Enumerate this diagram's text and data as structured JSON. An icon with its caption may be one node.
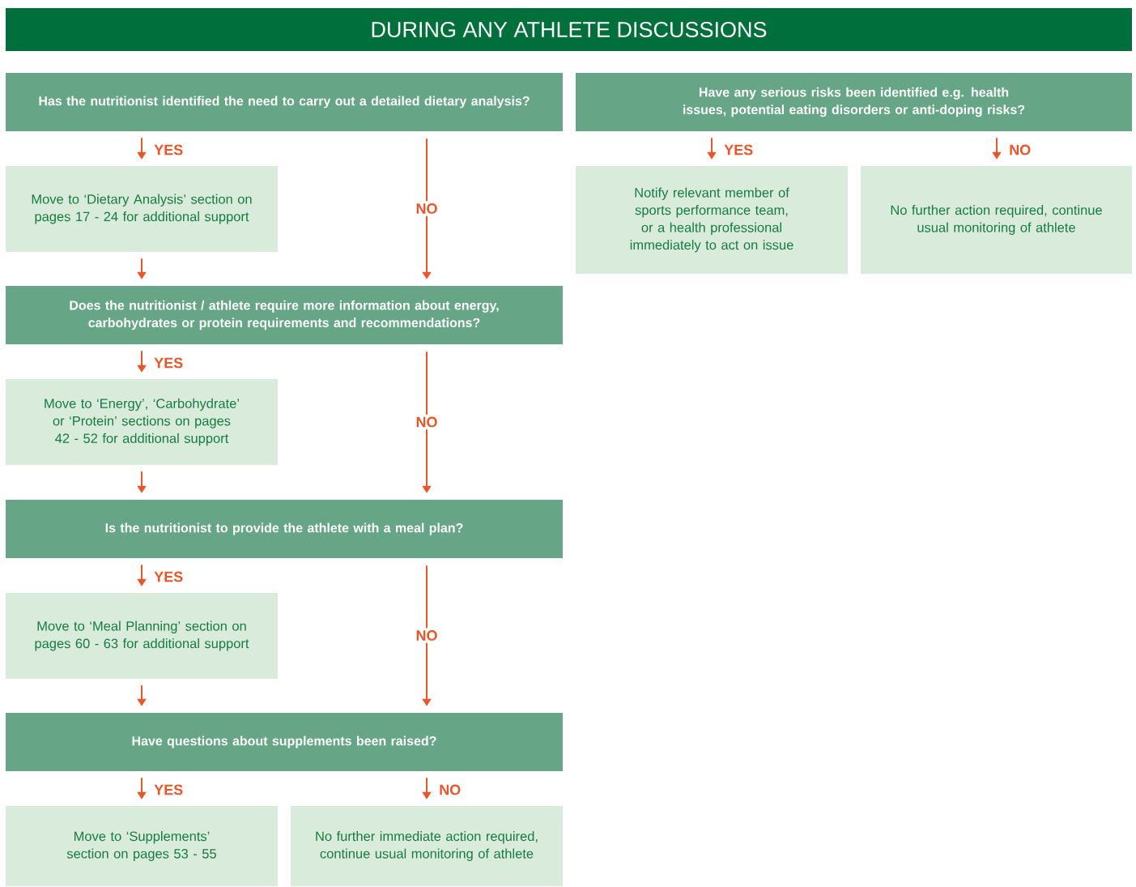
{
  "diagram": {
    "title": "DURING ANY ATHLETE DISCUSSIONS",
    "nodes": [
      {
        "text": [
          "Has the nutritionist identified the need to carry out a detailed dietary analysis?"
        ]
      },
      {
        "text": [
          "Have any serious risks been identified e.g. health issues, potential eating disorders or anti-doping risks?"
        ]
      },
      {
        "text": [
          "Move to ‘Dietary Analysis’ section on pages 17 - 24 for additional support"
        ]
      },
      {
        "text": [
          "Notify relevant member of sports performance team, or a health professional immediately to act on issue"
        ]
      },
      {
        "text": [
          "No further action required, continue usual monitoring of athlete"
        ]
      },
      {
        "text": [
          "Does the nutritionist / athlete require more information about energy, carbohydrates or protein requirements and recommendations?"
        ]
      },
      {
        "text": [
          "Move to ‘Energy’, ‘Carbohydrate’ or ‘Protein’ sections on pages 42 - 52 for additional support"
        ]
      },
      {
        "text": [
          "Is the nutritionist to provide the athlete with a meal plan?"
        ]
      },
      {
        "text": [
          "Move to ‘Meal Planning’ section on pages 60 - 63 for additional support"
        ]
      },
      {
        "text": [
          "Have questions about supplements been raised?"
        ]
      },
      {
        "text": [
          "Move to ‘Supplements’ section on pages 53 - 55"
        ]
      },
      {
        "text": [
          "No further immediate action required, continue usual monitoring of athlete"
        ]
      }
    ],
    "edges": [
      {
        "from": 0,
        "to": 2,
        "arrow": "to",
        "label": "YES"
      },
      {
        "from": 0,
        "to": 5,
        "arrow": "to",
        "label": "NO"
      },
      {
        "from": 2,
        "to": 5,
        "arrow": "to"
      },
      {
        "from": 1,
        "to": 3,
        "arrow": "to",
        "label": "YES"
      },
      {
        "from": 1,
        "to": 4,
        "arrow": "to",
        "label": "NO"
      },
      {
        "from": 5,
        "to": 6,
        "arrow": "to",
        "label": "YES"
      },
      {
        "from": 5,
        "to": 7,
        "arrow": "to",
        "label": "NO"
      },
      {
        "from": 6,
        "to": 7,
        "arrow": "to"
      },
      {
        "from": 7,
        "to": 8,
        "arrow": "to",
        "label": "YES"
      },
      {
        "from": 7,
        "to": 9,
        "arrow": "to",
        "label": "NO"
      },
      {
        "from": 8,
        "to": 9,
        "arrow": "to"
      },
      {
        "from": 9,
        "to": 10,
        "arrow": "to",
        "label": "YES"
      },
      {
        "from": 9,
        "to": 11,
        "arrow": "to",
        "label": "NO"
      }
    ]
  }
}
